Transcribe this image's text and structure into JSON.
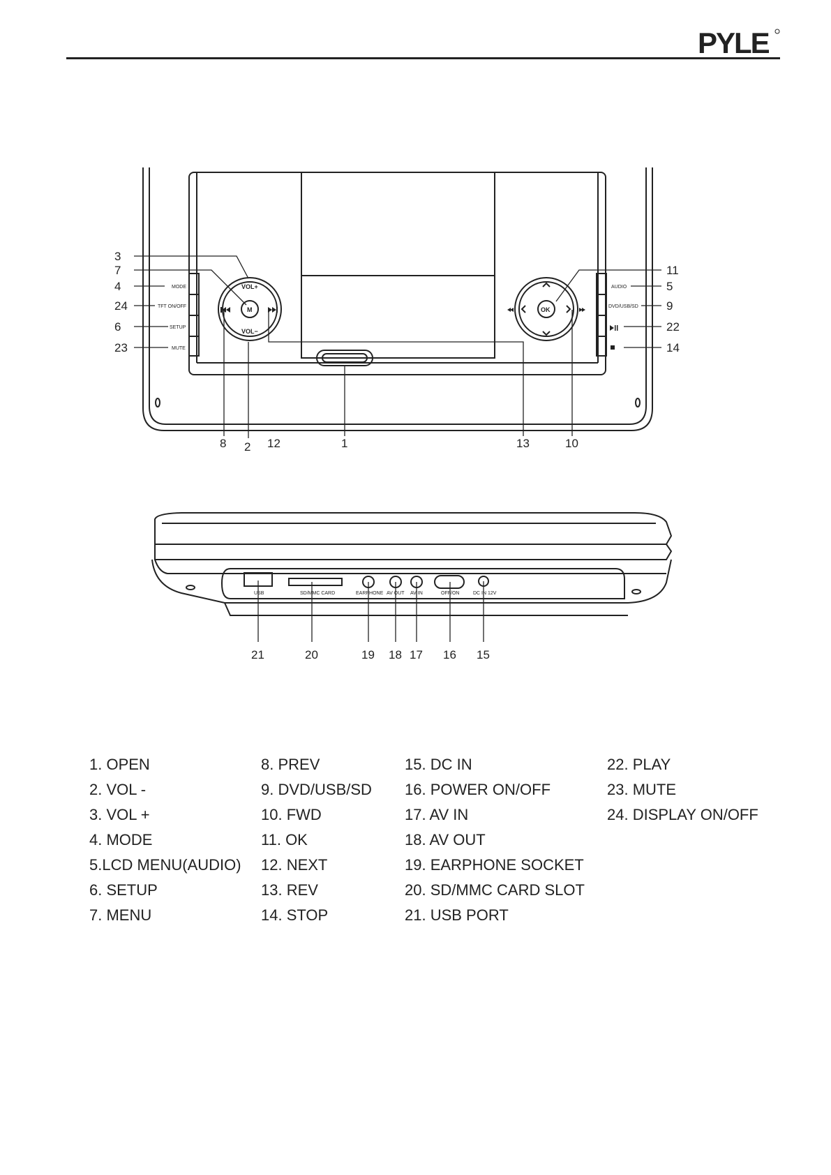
{
  "brand": {
    "logo_text": "PYLE"
  },
  "front_view": {
    "labels": {
      "mode": "MODE",
      "tft": "TFT ON/OFF",
      "setup": "SETUP",
      "mute": "MUTE",
      "audio": "AUDIO",
      "dvd_usb_sd": "DVD/USB/SD",
      "vol_plus": "VOL+",
      "vol_minus": "VOL−",
      "menu_btn": "M",
      "ok_btn": "OK"
    },
    "callouts": {
      "c3": "3",
      "c7": "7",
      "c4": "4",
      "c24": "24",
      "c6": "6",
      "c23": "23",
      "c11": "11",
      "c5": "5",
      "c9": "9",
      "c22": "22",
      "c14": "14",
      "c8": "8",
      "c2": "2",
      "c12": "12",
      "c1": "1",
      "c13": "13",
      "c10": "10"
    }
  },
  "side_view": {
    "labels": {
      "usb": "USB",
      "card": "SD/MMC CARD",
      "earphone": "EARPHONE",
      "av_out": "AV OUT",
      "av_in": "AV IN",
      "power": "OFF/ON",
      "dc_in": "DC IN 12V"
    },
    "callouts": {
      "c21": "21",
      "c20": "20",
      "c19": "19",
      "c18": "18",
      "c17": "17",
      "c16": "16",
      "c15": "15"
    }
  },
  "legend": {
    "col1": [
      "1. OPEN",
      "2. VOL -",
      "3. VOL +",
      "4. MODE",
      "5.LCD MENU(AUDIO)",
      "6. SETUP",
      "7. MENU"
    ],
    "col2": [
      "8. PREV",
      "9. DVD/USB/SD",
      "10. FWD",
      "11. OK",
      "12. NEXT",
      "13. REV",
      "14. STOP"
    ],
    "col3": [
      "15. DC IN",
      "16. POWER ON/OFF",
      "17. AV IN",
      "18. AV OUT",
      "19. EARPHONE SOCKET",
      "20. SD/MMC CARD SLOT",
      "21. USB PORT"
    ],
    "col4": [
      "22. PLAY",
      "23. MUTE",
      "24. DISPLAY ON/OFF"
    ]
  }
}
